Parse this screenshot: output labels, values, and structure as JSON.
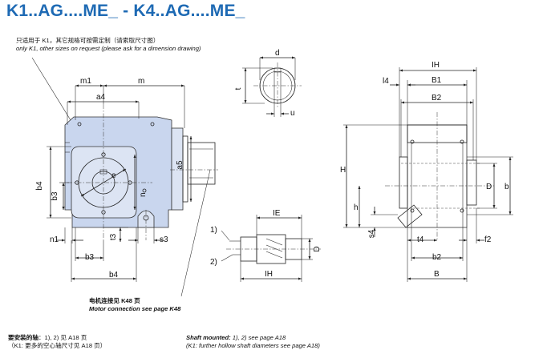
{
  "title": "K1..AG....ME_ - K4..AG....ME_",
  "notes": {
    "sizes_cn": "只适用于 K1，其它规格可按需定制（请索取尺寸图）",
    "sizes_en": "only K1, other sizes on request (please ask for a dimension drawing)",
    "motor_cn": "电机连接见 K48 页",
    "motor_en": "Motor connection see page K48",
    "shaft_cn_bold": "要安装的轴",
    "shaft_cn_rest": "：1), 2) 见 A18 页",
    "shaft_cn_line2": "（K1: 更多的空心轴尺寸见 A18 页）",
    "shaft_en_bold": "Shaft mounted:",
    "shaft_en_rest": " 1), 2) see page A18",
    "shaft_en_line2": "(K1: further hollow shaft diameters see page A18)"
  },
  "dims": {
    "front": {
      "m1": "m1",
      "m": "m",
      "a4": "a4",
      "b4": "b4",
      "b3": "b3",
      "e": "e",
      "n": "n",
      "a5": "a5",
      "t3": "t3",
      "s3": "s3",
      "n1": "n1",
      "b3_bottom": "b3",
      "b4_bottom": "b4"
    },
    "shaft": {
      "d": "d",
      "t": "t",
      "u": "u"
    },
    "hollow": {
      "IE": "IE",
      "IH": "IH",
      "D": "D",
      "marker1": "1)",
      "marker2": "2)"
    },
    "side": {
      "IH": "IH",
      "I4": "l4",
      "B1": "B1",
      "B2": "B2",
      "H": "H",
      "D": "D",
      "b": "b",
      "h": "h",
      "s4": "s4",
      "t4": "t4",
      "f2": "f2",
      "b2": "b2",
      "B": "B"
    }
  },
  "colors": {
    "title": "#1E6AB4",
    "housing": "#C9D6EE",
    "housing_light": "#DCE4F3",
    "line": "#222222"
  }
}
